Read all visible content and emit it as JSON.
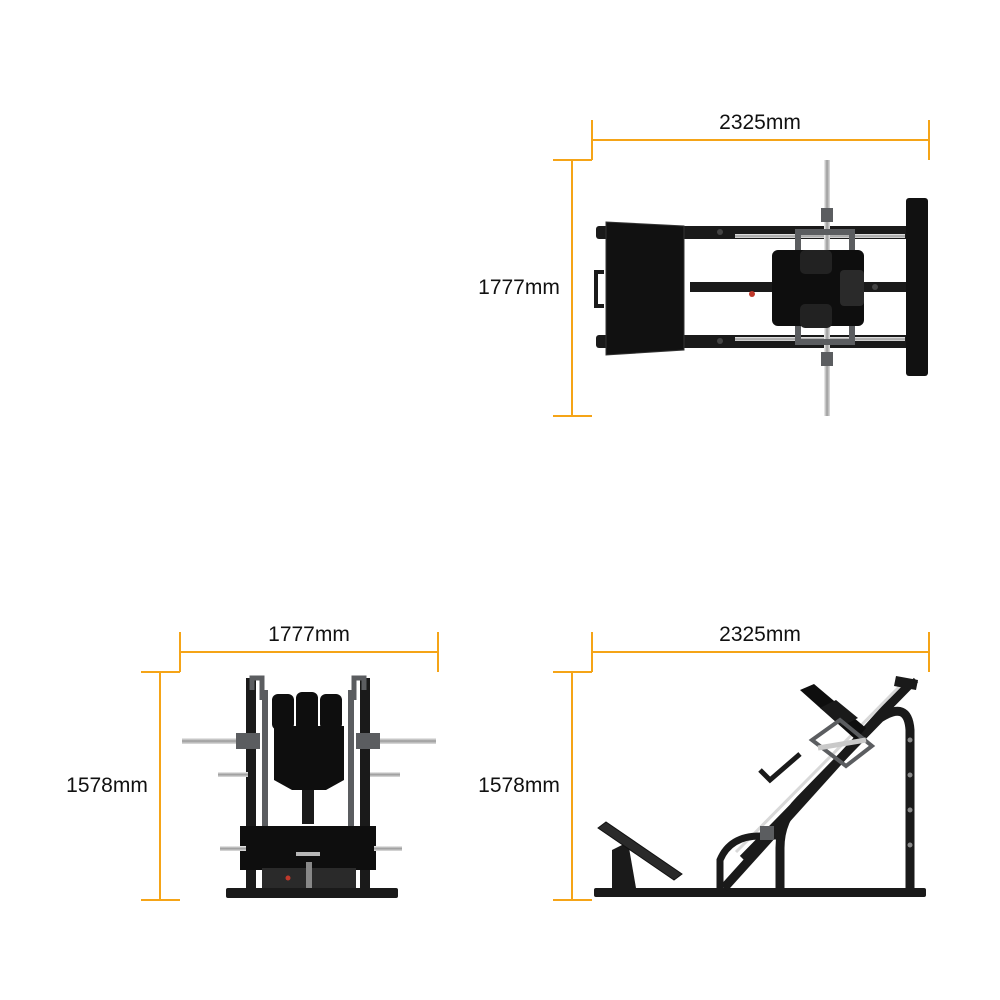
{
  "colors": {
    "dimension_line": "#f5a417",
    "frame_dark": "#1a1a1a",
    "frame_grey": "#5b5d60",
    "chrome": "#c9c9c9",
    "pad_black": "#0e0e0e",
    "background": "#ffffff"
  },
  "views": {
    "top_view": {
      "width_label": "2325mm",
      "depth_label": "1777mm"
    },
    "front_view": {
      "width_label": "1777mm",
      "height_label": "1578mm"
    },
    "side_view": {
      "width_label": "2325mm",
      "height_label": "1578mm"
    }
  }
}
